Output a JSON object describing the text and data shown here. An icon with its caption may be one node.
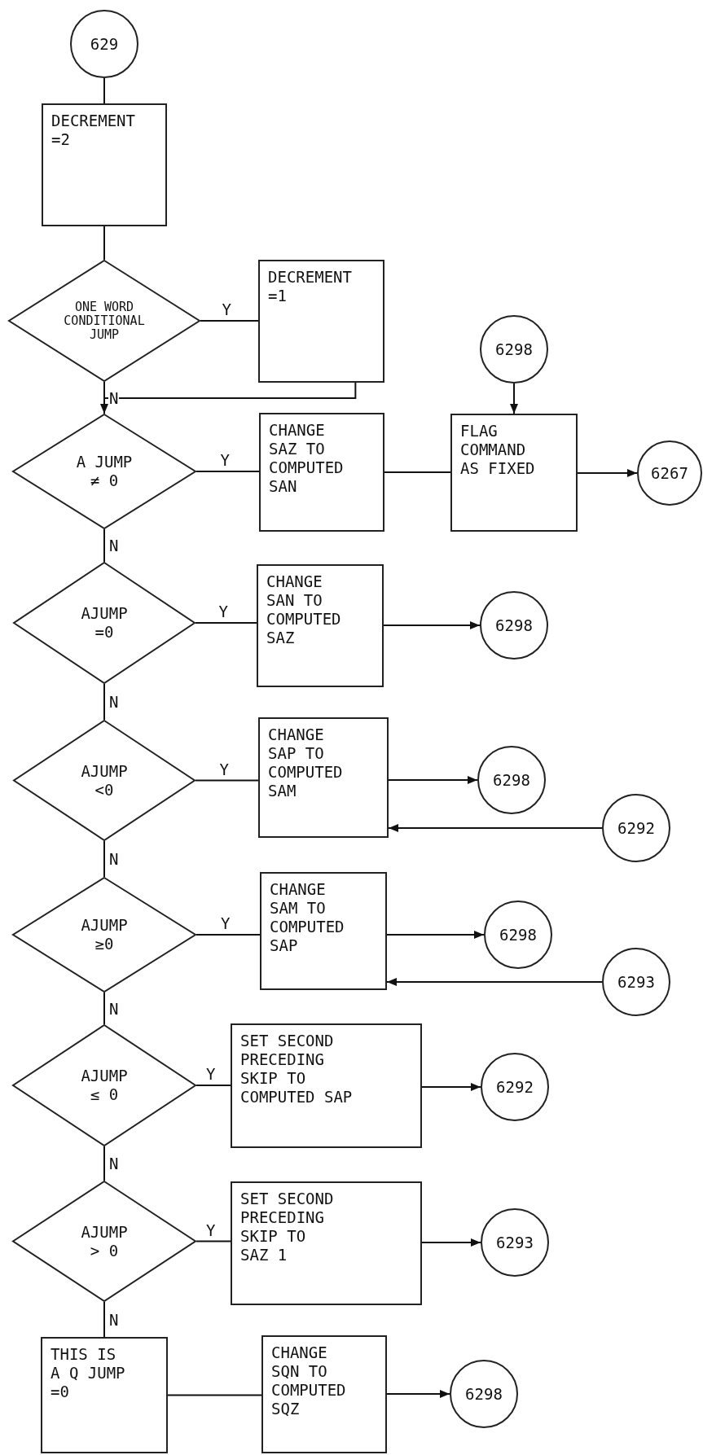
{
  "diagram": {
    "nodes": [
      {
        "text": [
          "629"
        ]
      },
      {
        "text": [
          "DECREMENT =2"
        ]
      },
      {
        "text": [
          "ONE WORD CONDITIONAL JUMP"
        ]
      },
      {
        "text": [
          "DECREMENT =1"
        ]
      },
      {
        "text": [
          "6298"
        ]
      },
      {
        "text": [
          "A JUMP ≠ 0"
        ]
      },
      {
        "text": [
          "CHANGE SAZ TO COMPUTED SAN"
        ]
      },
      {
        "text": [
          "FLAG COMMAND AS FIXED"
        ]
      },
      {
        "text": [
          "6267"
        ]
      },
      {
        "text": [
          "AJUMP =0"
        ]
      },
      {
        "text": [
          "CHANGE SAN TO COMPUTED SAZ"
        ]
      },
      {
        "text": [
          "6298"
        ]
      },
      {
        "text": [
          "AJUMP <0"
        ]
      },
      {
        "text": [
          "CHANGE SAP TO COMPUTED SAM"
        ]
      },
      {
        "text": [
          "6298"
        ]
      },
      {
        "text": [
          "6292"
        ]
      },
      {
        "text": [
          "AJUMP ≥0"
        ]
      },
      {
        "text": [
          "CHANGE SAM TO COMPUTED SAP"
        ]
      },
      {
        "text": [
          "6298"
        ]
      },
      {
        "text": [
          "6293"
        ]
      },
      {
        "text": [
          "AJUMP ≤ 0"
        ]
      },
      {
        "text": [
          "SET SECOND PRECEDING SKIP TO COMPUTED SAP"
        ]
      },
      {
        "text": [
          "6292"
        ]
      },
      {
        "text": [
          "AJUMP > 0"
        ]
      },
      {
        "text": [
          "SET SECOND PRECEDING SKIP TO SAZ 1"
        ]
      },
      {
        "text": [
          "6293"
        ]
      },
      {
        "text": [
          "THIS IS A Q JUMP =0"
        ]
      },
      {
        "text": [
          "CHANGE SQN TO COMPUTED SQZ"
        ]
      },
      {
        "text": [
          "6298"
        ]
      }
    ],
    "edges": [
      {
        "from": 0,
        "to": 1,
        "arrow": "none"
      },
      {
        "from": 1,
        "to": 2,
        "arrow": "none"
      },
      {
        "from": 2,
        "to": 3,
        "arrow": "none",
        "label": "Y"
      },
      {
        "from": 2,
        "to": 5,
        "arrow": "none",
        "label": "N"
      },
      {
        "from": 3,
        "to": 5,
        "arrow": "to"
      },
      {
        "from": 5,
        "to": 6,
        "arrow": "none",
        "label": "Y"
      },
      {
        "from": 6,
        "to": 7,
        "arrow": "none"
      },
      {
        "from": 4,
        "to": 7,
        "arrow": "to"
      },
      {
        "from": 7,
        "to": 8,
        "arrow": "to"
      },
      {
        "from": 5,
        "to": 9,
        "arrow": "none",
        "label": "N"
      },
      {
        "from": 9,
        "to": 10,
        "arrow": "none",
        "label": "Y"
      },
      {
        "from": 10,
        "to": 11,
        "arrow": "to"
      },
      {
        "from": 9,
        "to": 12,
        "arrow": "none",
        "label": "N"
      },
      {
        "from": 12,
        "to": 13,
        "arrow": "none",
        "label": "Y"
      },
      {
        "from": 13,
        "to": 14,
        "arrow": "to"
      },
      {
        "from": 15,
        "to": 13,
        "arrow": "to"
      },
      {
        "from": 12,
        "to": 16,
        "arrow": "none",
        "label": "N"
      },
      {
        "from": 16,
        "to": 17,
        "arrow": "none",
        "label": "Y"
      },
      {
        "from": 17,
        "to": 18,
        "arrow": "to"
      },
      {
        "from": 19,
        "to": 17,
        "arrow": "to"
      },
      {
        "from": 16,
        "to": 20,
        "arrow": "none",
        "label": "N"
      },
      {
        "from": 20,
        "to": 21,
        "arrow": "none",
        "label": "Y"
      },
      {
        "from": 21,
        "to": 22,
        "arrow": "to"
      },
      {
        "from": 20,
        "to": 23,
        "arrow": "none",
        "label": "N"
      },
      {
        "from": 23,
        "to": 24,
        "arrow": "none",
        "label": "Y"
      },
      {
        "from": 24,
        "to": 25,
        "arrow": "to"
      },
      {
        "from": 23,
        "to": 26,
        "arrow": "none",
        "label": "N"
      },
      {
        "from": 26,
        "to": 27,
        "arrow": "none"
      },
      {
        "from": 27,
        "to": 28,
        "arrow": "to"
      }
    ]
  }
}
